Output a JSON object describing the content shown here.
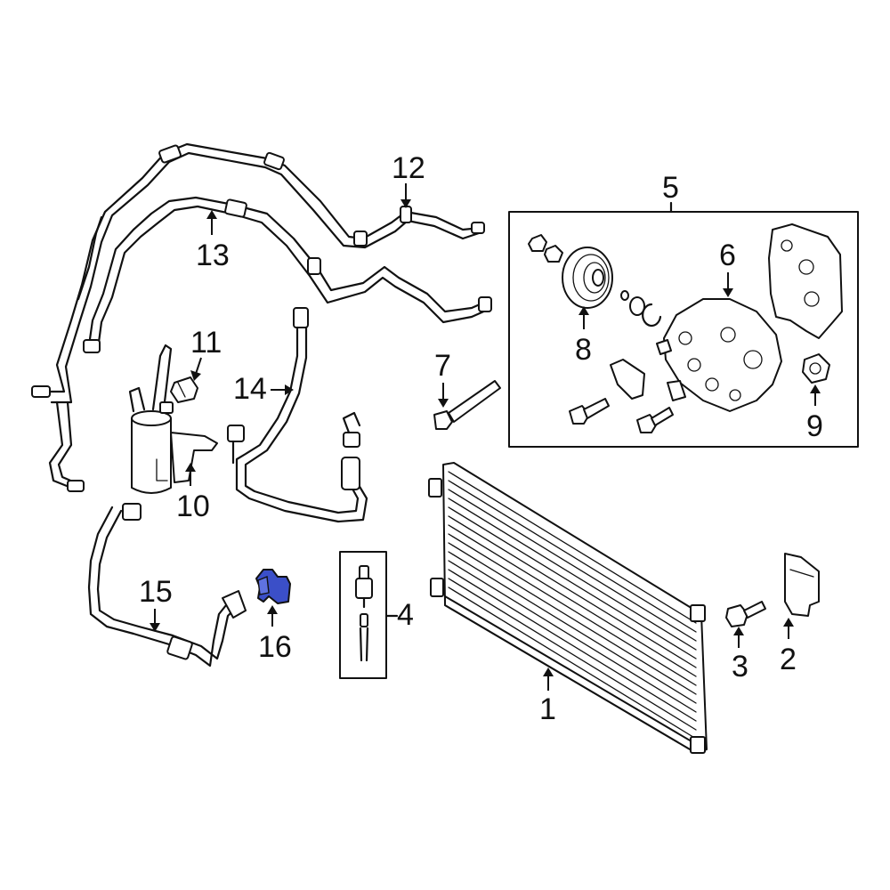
{
  "callouts": {
    "c1": "1",
    "c2": "2",
    "c3": "3",
    "c4": "4",
    "c5": "5",
    "c6": "6",
    "c7": "7",
    "c8": "8",
    "c9": "9",
    "c10": "10",
    "c11": "11",
    "c12": "12",
    "c13": "13",
    "c14": "14",
    "c15": "15",
    "c16": "16"
  },
  "highlighted_part": "16",
  "colors": {
    "highlight": "#3b4fc8",
    "line": "#111111",
    "background": "#ffffff"
  }
}
